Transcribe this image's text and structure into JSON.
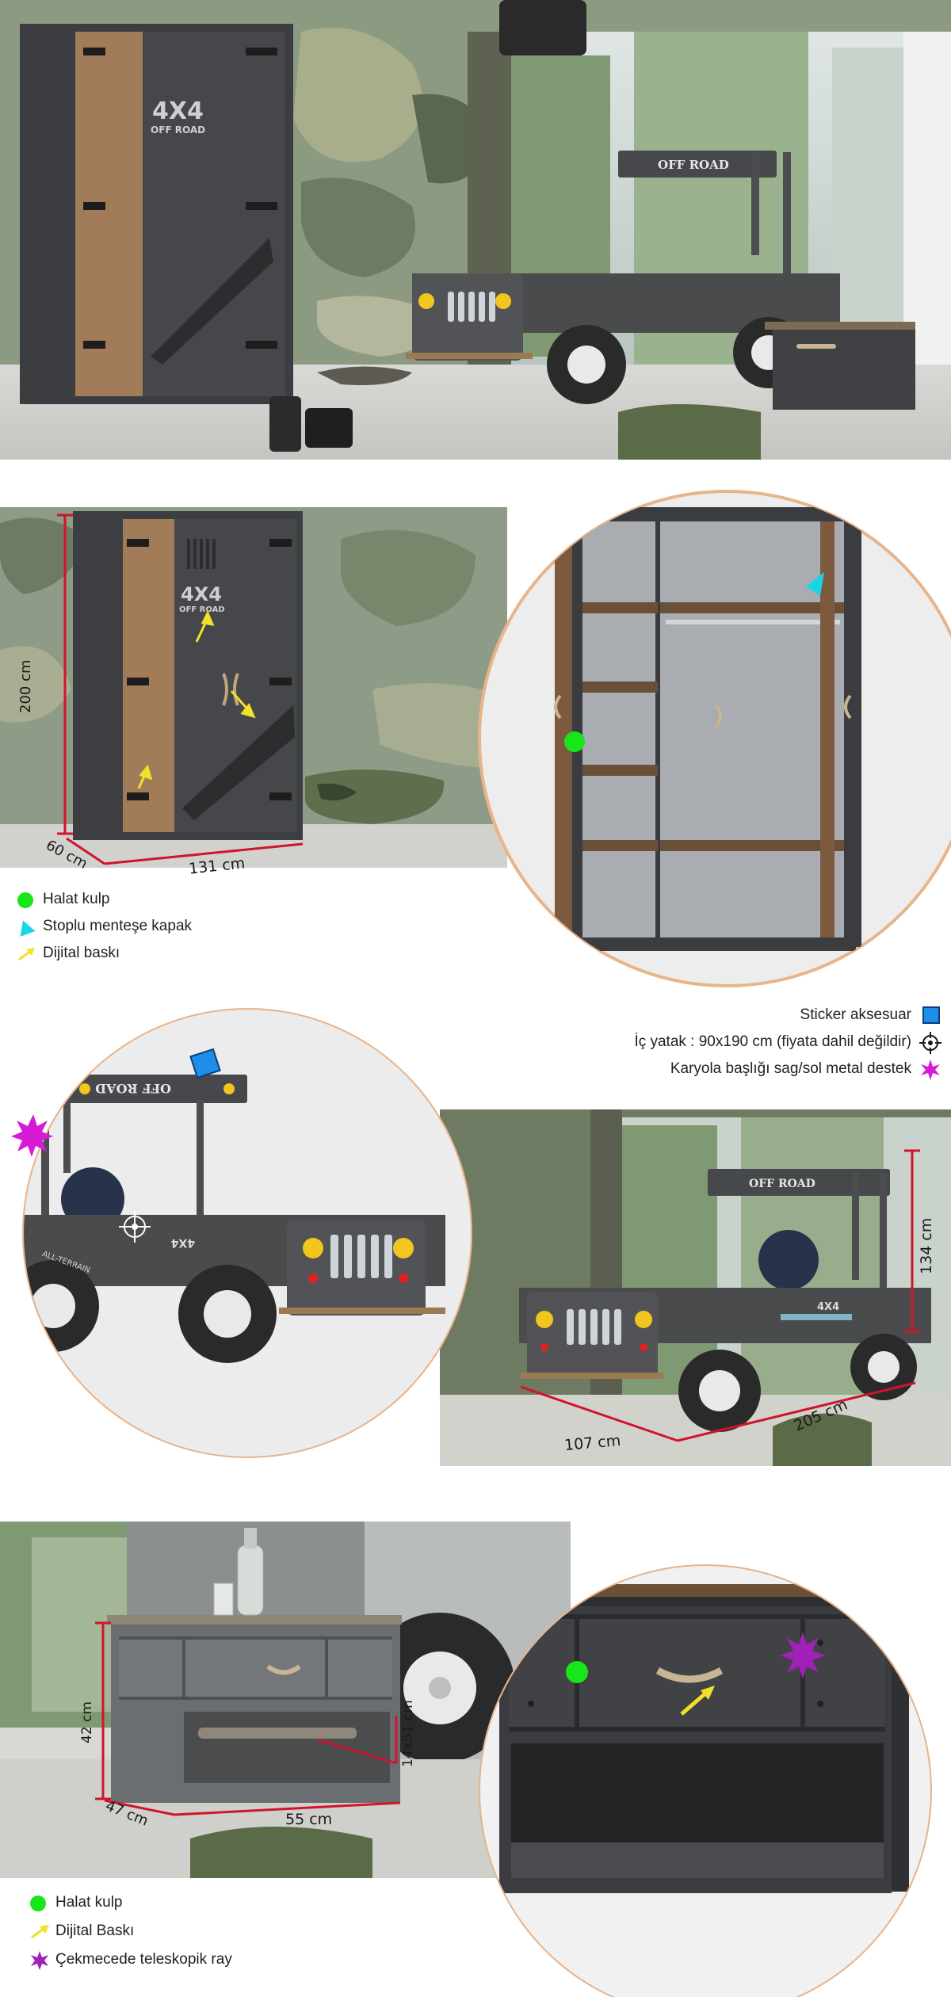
{
  "wardrobe": {
    "door_text_1": "4X4",
    "door_text_2": "OFF ROAD",
    "dim_height": "200 cm",
    "dim_depth": "60 cm",
    "dim_width": "131 cm",
    "legend": [
      {
        "marker": "green-dot",
        "text": "Halat kulp"
      },
      {
        "marker": "cyan-triangle",
        "text": "Stoplu menteşe kapak"
      },
      {
        "marker": "yellow-arrow",
        "text": "Dijital baskı"
      }
    ]
  },
  "bed": {
    "roof_text": "OFF ROAD",
    "hood_text": "4X4",
    "wheel_text": "ALL-TERRAIN",
    "dim_height": "134 cm",
    "dim_width": "107 cm",
    "dim_length": "205 cm",
    "legend": [
      {
        "marker": "blue-square",
        "text": "Sticker aksesuar"
      },
      {
        "marker": "crosshair",
        "text": "İç yatak : 90x190 cm (fiyata dahil değildir)"
      },
      {
        "marker": "magenta-star",
        "text": "Karyola başlığı sag/sol metal destek"
      }
    ]
  },
  "nightstand": {
    "dim_height": "42 cm",
    "dim_inner_height": "14x51 cm",
    "dim_depth": "47 cm",
    "dim_width": "55 cm",
    "legend": [
      {
        "marker": "green-dot",
        "text": "Halat kulp"
      },
      {
        "marker": "yellow-arrow",
        "text": "Dijital Baskı"
      },
      {
        "marker": "purple-star",
        "text": "Çekmecede teleskopik ray"
      }
    ]
  },
  "colors": {
    "dimension_red": "#d0142b",
    "circle_border": "#e8b48a",
    "anthracite": "#3a3c3f",
    "pine": "#9a7350",
    "marker_green": "#19e619",
    "marker_cyan": "#19d6e6",
    "marker_yellow": "#f2e02a",
    "marker_blue": "#1f8ee8",
    "marker_magenta": "#d61ad6",
    "marker_purple": "#a020b8"
  }
}
